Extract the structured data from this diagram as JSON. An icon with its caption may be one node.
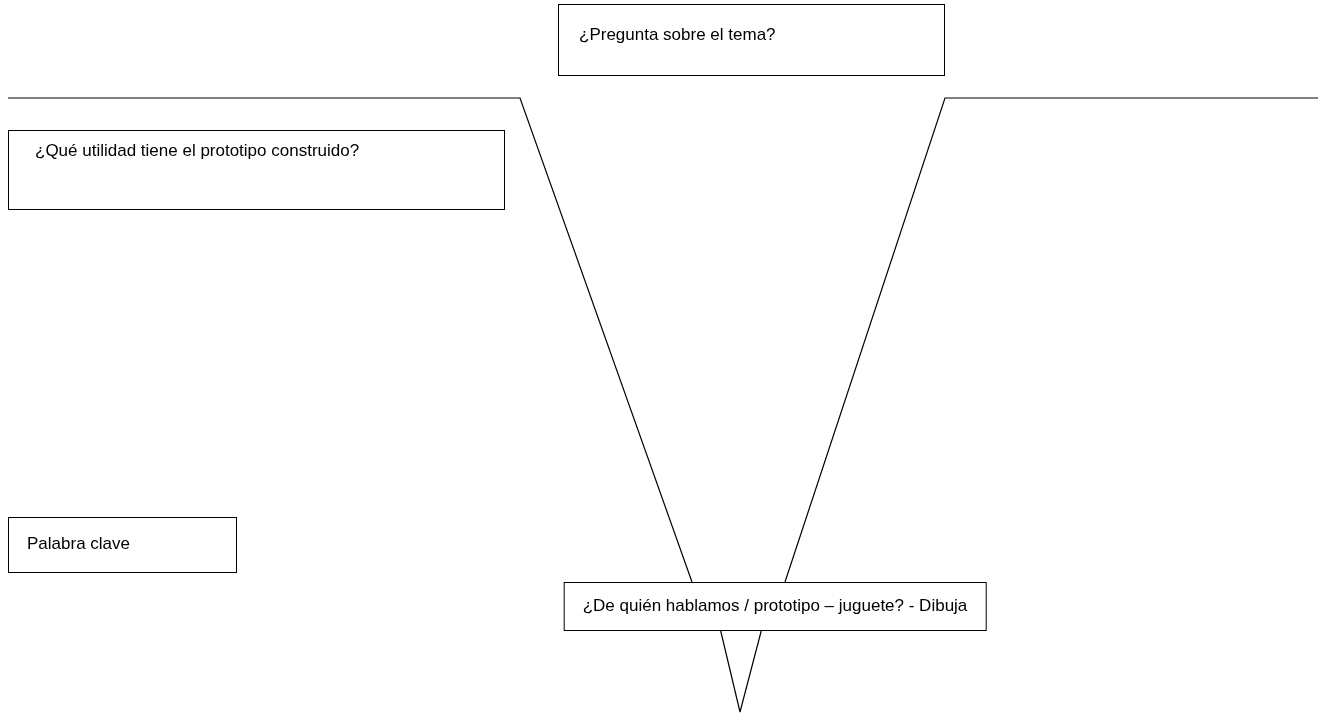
{
  "diagram": {
    "nodes": [
      {
        "text": [
          "¿Pregunta sobre el tema?"
        ]
      },
      {
        "text": [
          "¿Qué utilidad tiene el prototipo construido?"
        ]
      },
      {
        "text": [
          "Palabra clave"
        ]
      },
      {
        "text": [
          "¿De quién hablamos / prototipo – juguete? - Dibuja"
        ]
      }
    ]
  }
}
